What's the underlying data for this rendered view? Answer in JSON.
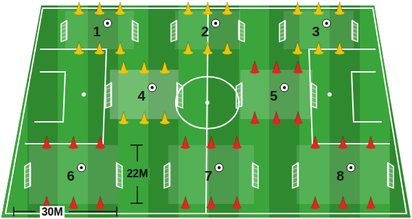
{
  "diagram": {
    "nodes": [
      {
        "text": [
          "1"
        ]
      },
      {
        "text": [
          "2"
        ]
      },
      {
        "text": [
          "3"
        ]
      },
      {
        "text": [
          "4"
        ]
      },
      {
        "text": [
          "5"
        ]
      },
      {
        "text": [
          "6"
        ]
      },
      {
        "text": [
          "7"
        ]
      },
      {
        "text": [
          "8"
        ]
      }
    ],
    "labels": [
      "22M",
      "30M"
    ]
  }
}
